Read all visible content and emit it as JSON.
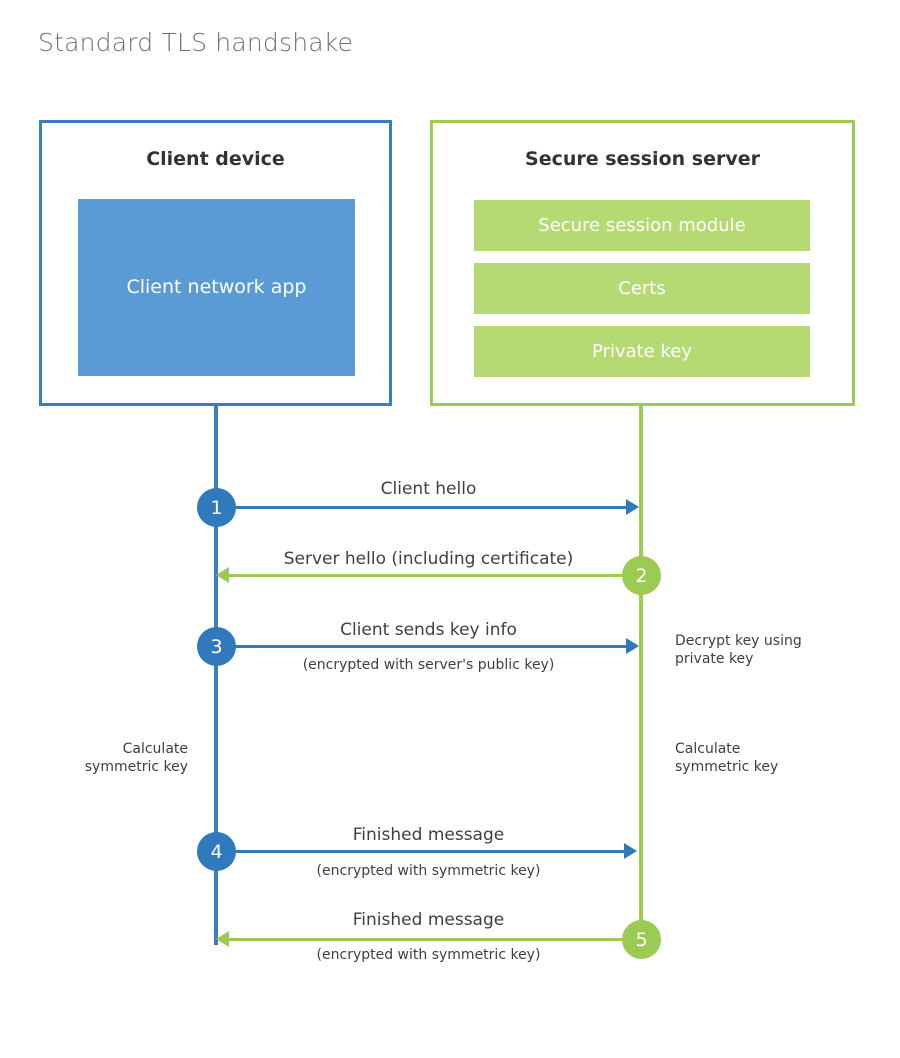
{
  "title": "Standard TLS handshake",
  "colors": {
    "client_border": "#3d7cbf",
    "client_fill": "#5b9bd5",
    "server_border": "#9ccb52",
    "server_fill": "#b5d973",
    "client_accent": "#3079bd",
    "server_accent": "#9ccb52",
    "title_text": "#6e6e6e",
    "body_text": "#3f3f3f"
  },
  "client": {
    "title": "Client device",
    "app_label": "Client network app"
  },
  "server": {
    "title": "Secure session server",
    "components": [
      {
        "label": "Secure session module"
      },
      {
        "label": "Certs"
      },
      {
        "label": "Private key"
      }
    ]
  },
  "steps": [
    {
      "number": "1",
      "side": "client",
      "direction": "right",
      "label": "Client hello",
      "sublabel": ""
    },
    {
      "number": "2",
      "side": "server",
      "direction": "left",
      "label": "Server hello (including certificate)",
      "sublabel": ""
    },
    {
      "number": "3",
      "side": "client",
      "direction": "right",
      "label": "Client sends key info",
      "sublabel": "(encrypted with server's public key)"
    },
    {
      "number": "4",
      "side": "client",
      "direction": "right",
      "label": "Finished message",
      "sublabel": "(encrypted with symmetric key)"
    },
    {
      "number": "5",
      "side": "server",
      "direction": "left",
      "label": "Finished message",
      "sublabel": "(encrypted with symmetric key)"
    }
  ],
  "notes": {
    "decrypt_key": "Decrypt key using\nprivate key",
    "decrypt_key_line1": "Decrypt key using",
    "decrypt_key_line2": "private key",
    "client_calc_line1": "Calculate",
    "client_calc_line2": "symmetric key",
    "server_calc_line1": "Calculate",
    "server_calc_line2": "symmetric key"
  }
}
